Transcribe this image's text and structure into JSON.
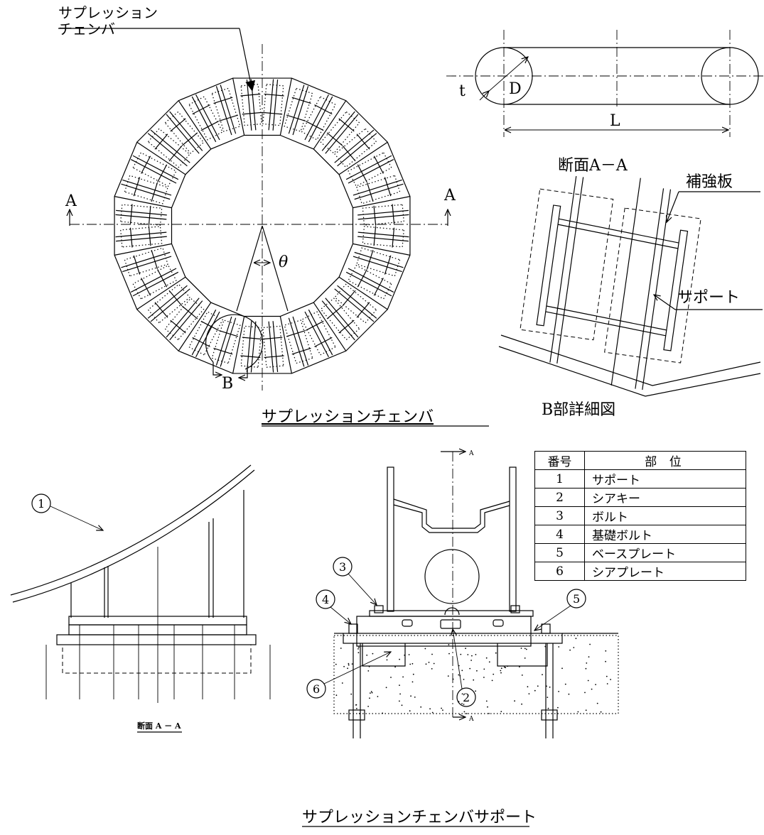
{
  "top_left": {
    "leader_label_line1": "サプレッション",
    "leader_label_line2": "チェンバ",
    "section_left": "A",
    "section_right": "A",
    "angle_label": "θ",
    "detail_mark": "B",
    "caption": "サプレッションチェンバ"
  },
  "top_right": {
    "dim_t": "t",
    "dim_D": "D",
    "dim_L": "L"
  },
  "detail_b": {
    "section_label": "断面A－A",
    "reinforce_label": "補強板",
    "support_label": "サポート",
    "caption": "B部詳細図"
  },
  "bottom": {
    "section_caption": "断面 A － A",
    "cut_mark_top": "A",
    "cut_mark_bottom": "A",
    "callouts": [
      "1",
      "2",
      "3",
      "4",
      "5",
      "6"
    ],
    "caption": "サプレッションチェンバサポート"
  },
  "parts_table": {
    "headers": [
      "番号",
      "部 位"
    ],
    "rows": [
      {
        "num": "1",
        "name": "サポート"
      },
      {
        "num": "2",
        "name": "シアキー"
      },
      {
        "num": "3",
        "name": "ボルト"
      },
      {
        "num": "4",
        "name": "基礎ボルト"
      },
      {
        "num": "5",
        "name": "ベースプレート"
      },
      {
        "num": "6",
        "name": "シアプレート"
      }
    ]
  }
}
